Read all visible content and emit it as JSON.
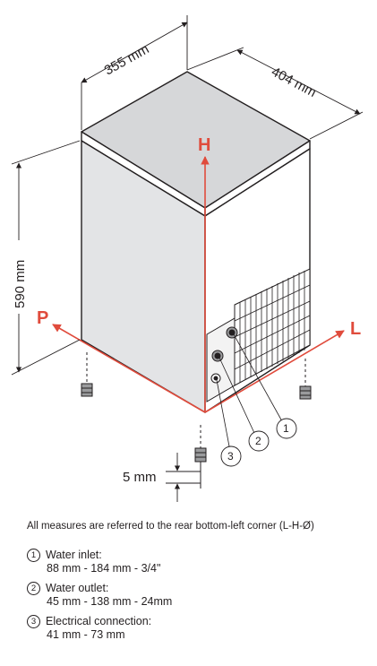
{
  "dimensions": {
    "width": "355 mm",
    "depth": "404 mm",
    "height": "590 mm",
    "feet": "5 mm"
  },
  "axes": {
    "height_axis": "H",
    "left_axis": "P",
    "right_axis": "L",
    "color": "#e04b3c"
  },
  "callouts": [
    "1",
    "2",
    "3"
  ],
  "caption": "All measures are referred to the rear bottom-left corner (L-H-Ø)",
  "legend": [
    {
      "number": "①",
      "label": "Water inlet:",
      "value": "88 mm  - 184 mm  - 3/4\""
    },
    {
      "number": "②",
      "label": "Water outlet:",
      "value": "45 mm - 138 mm - 24mm"
    },
    {
      "number": "③",
      "label": "Electrical connection:",
      "value": "41 mm - 73 mm"
    }
  ]
}
